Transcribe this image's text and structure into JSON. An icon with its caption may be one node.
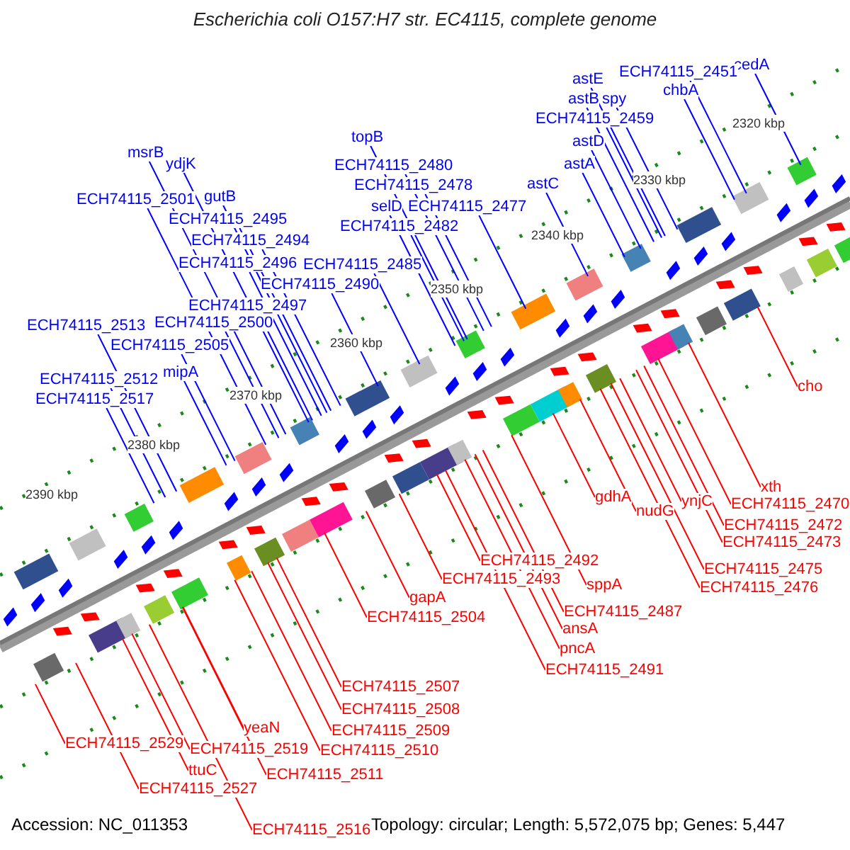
{
  "diagram": {
    "title": "Escherichia coli O157:H7 str. EC4115, complete genome",
    "nodes": [
      {
        "text": [
          "cedA"
        ]
      },
      {
        "text": [
          "ECH74115_2451"
        ]
      },
      {
        "text": [
          "chbA"
        ]
      },
      {
        "text": [
          "astE"
        ]
      },
      {
        "text": [
          "astB"
        ]
      },
      {
        "text": [
          "spy"
        ]
      },
      {
        "text": [
          "ECH74115_2459"
        ]
      },
      {
        "text": [
          "topB"
        ]
      },
      {
        "text": [
          "astD"
        ]
      },
      {
        "text": [
          "msrB"
        ]
      },
      {
        "text": [
          "ydjK"
        ]
      },
      {
        "text": [
          "astA"
        ]
      },
      {
        "text": [
          "ECH74115_2480"
        ]
      },
      {
        "text": [
          "astC"
        ]
      },
      {
        "text": [
          "ECH74115_2478"
        ]
      },
      {
        "text": [
          "gutB"
        ]
      },
      {
        "text": [
          "ECH74115_2501"
        ]
      },
      {
        "text": [
          "selD"
        ]
      },
      {
        "text": [
          "ECH74115_2477"
        ]
      },
      {
        "text": [
          "ECH74115_2495"
        ]
      },
      {
        "text": [
          "ECH74115_2482"
        ]
      },
      {
        "text": [
          "ECH74115_2494"
        ]
      },
      {
        "text": [
          "ECH74115_2496"
        ]
      },
      {
        "text": [
          "ECH74115_2485"
        ]
      },
      {
        "text": [
          "ECH74115_2490"
        ]
      },
      {
        "text": [
          "ECH74115_2497"
        ]
      },
      {
        "text": [
          "ECH74115_2500"
        ]
      },
      {
        "text": [
          "ECH74115_2513"
        ]
      },
      {
        "text": [
          "ECH74115_2505"
        ]
      },
      {
        "text": [
          "mipA"
        ]
      },
      {
        "text": [
          "ECH74115_2512"
        ]
      },
      {
        "text": [
          "ECH74115_2517"
        ]
      },
      {
        "text": [
          "cho"
        ]
      },
      {
        "text": [
          "xth"
        ]
      },
      {
        "text": [
          "gdhA"
        ]
      },
      {
        "text": [
          "ynjC"
        ]
      },
      {
        "text": [
          "ECH74115_2470"
        ]
      },
      {
        "text": [
          "nudG"
        ]
      },
      {
        "text": [
          "ECH74115_2472"
        ]
      },
      {
        "text": [
          "ECH74115_2473"
        ]
      },
      {
        "text": [
          "ECH74115_2492"
        ]
      },
      {
        "text": [
          "ECH74115_2475"
        ]
      },
      {
        "text": [
          "ECH74115_2493"
        ]
      },
      {
        "text": [
          "sppA"
        ]
      },
      {
        "text": [
          "ECH74115_2476"
        ]
      },
      {
        "text": [
          "gapA"
        ]
      },
      {
        "text": [
          "ECH74115_2487"
        ]
      },
      {
        "text": [
          "ECH74115_2504"
        ]
      },
      {
        "text": [
          "ansA"
        ]
      },
      {
        "text": [
          "pncA"
        ]
      },
      {
        "text": [
          "ECH74115_2491"
        ]
      },
      {
        "text": [
          "ECH74115_2507"
        ]
      },
      {
        "text": [
          "ECH74115_2508"
        ]
      },
      {
        "text": [
          "yeaN"
        ]
      },
      {
        "text": [
          "ECH74115_2509"
        ]
      },
      {
        "text": [
          "ECH74115_2529"
        ]
      },
      {
        "text": [
          "ECH74115_2519"
        ]
      },
      {
        "text": [
          "ECH74115_2510"
        ]
      },
      {
        "text": [
          "ttuC"
        ]
      },
      {
        "text": [
          "ECH74115_2511"
        ]
      },
      {
        "text": [
          "ECH74115_2527"
        ]
      },
      {
        "text": [
          "ECH74115_2516"
        ]
      }
    ],
    "edges": [
      {
        "from": 0,
        "to": null,
        "arrow": "none"
      },
      {
        "from": 1,
        "to": null,
        "arrow": "none"
      },
      {
        "from": 2,
        "to": null,
        "arrow": "none"
      },
      {
        "from": 3,
        "to": null,
        "arrow": "none"
      },
      {
        "from": 4,
        "to": null,
        "arrow": "none"
      },
      {
        "from": 5,
        "to": null,
        "arrow": "none"
      },
      {
        "from": 6,
        "to": null,
        "arrow": "none"
      },
      {
        "from": 7,
        "to": null,
        "arrow": "none"
      },
      {
        "from": 8,
        "to": null,
        "arrow": "none"
      },
      {
        "from": 9,
        "to": null,
        "arrow": "none"
      },
      {
        "from": 10,
        "to": null,
        "arrow": "none"
      },
      {
        "from": 11,
        "to": null,
        "arrow": "none"
      },
      {
        "from": 12,
        "to": null,
        "arrow": "none"
      },
      {
        "from": 13,
        "to": null,
        "arrow": "none"
      },
      {
        "from": 14,
        "to": null,
        "arrow": "none"
      },
      {
        "from": 15,
        "to": null,
        "arrow": "none"
      },
      {
        "from": 16,
        "to": null,
        "arrow": "none"
      },
      {
        "from": 17,
        "to": null,
        "arrow": "none"
      },
      {
        "from": 18,
        "to": null,
        "arrow": "none"
      },
      {
        "from": 19,
        "to": null,
        "arrow": "none"
      },
      {
        "from": 20,
        "to": null,
        "arrow": "none"
      },
      {
        "from": 21,
        "to": null,
        "arrow": "none"
      },
      {
        "from": 22,
        "to": null,
        "arrow": "none"
      },
      {
        "from": 23,
        "to": null,
        "arrow": "none"
      },
      {
        "from": 24,
        "to": null,
        "arrow": "none"
      },
      {
        "from": 25,
        "to": null,
        "arrow": "none"
      },
      {
        "from": 26,
        "to": null,
        "arrow": "none"
      },
      {
        "from": 27,
        "to": null,
        "arrow": "none"
      },
      {
        "from": 28,
        "to": null,
        "arrow": "none"
      },
      {
        "from": 29,
        "to": null,
        "arrow": "none"
      },
      {
        "from": 30,
        "to": null,
        "arrow": "none"
      },
      {
        "from": 31,
        "to": null,
        "arrow": "none"
      },
      {
        "from": 32,
        "to": null,
        "arrow": "none",
        "color": "#ff0000"
      },
      {
        "from": 33,
        "to": null,
        "arrow": "none",
        "color": "#ff0000"
      },
      {
        "from": 34,
        "to": null,
        "arrow": "none",
        "color": "#ff0000"
      },
      {
        "from": 35,
        "to": null,
        "arrow": "none",
        "color": "#ff0000"
      },
      {
        "from": 36,
        "to": null,
        "arrow": "none",
        "color": "#ff0000"
      },
      {
        "from": 37,
        "to": null,
        "arrow": "none",
        "color": "#ff0000"
      },
      {
        "from": 38,
        "to": null,
        "arrow": "none",
        "color": "#ff0000"
      },
      {
        "from": 39,
        "to": null,
        "arrow": "none",
        "color": "#ff0000"
      },
      {
        "from": 40,
        "to": null,
        "arrow": "none",
        "color": "#ff0000"
      },
      {
        "from": 41,
        "to": null,
        "arrow": "none",
        "color": "#ff0000"
      },
      {
        "from": 42,
        "to": null,
        "arrow": "none",
        "color": "#ff0000"
      },
      {
        "from": 43,
        "to": null,
        "arrow": "none",
        "color": "#ff0000"
      },
      {
        "from": 44,
        "to": null,
        "arrow": "none",
        "color": "#ff0000"
      },
      {
        "from": 45,
        "to": null,
        "arrow": "none",
        "color": "#ff0000"
      },
      {
        "from": 46,
        "to": null,
        "arrow": "none",
        "color": "#ff0000"
      },
      {
        "from": 47,
        "to": null,
        "arrow": "none",
        "color": "#ff0000"
      },
      {
        "from": 48,
        "to": null,
        "arrow": "none",
        "color": "#ff0000"
      },
      {
        "from": 49,
        "to": null,
        "arrow": "none",
        "color": "#ff0000"
      },
      {
        "from": 50,
        "to": null,
        "arrow": "none",
        "color": "#ff0000"
      },
      {
        "from": 51,
        "to": null,
        "arrow": "none",
        "color": "#ff0000"
      },
      {
        "from": 52,
        "to": null,
        "arrow": "none",
        "color": "#ff0000"
      },
      {
        "from": 53,
        "to": null,
        "arrow": "none",
        "color": "#ff0000"
      },
      {
        "from": 54,
        "to": null,
        "arrow": "none",
        "color": "#ff0000"
      },
      {
        "from": 55,
        "to": null,
        "arrow": "none",
        "color": "#ff0000"
      },
      {
        "from": 56,
        "to": null,
        "arrow": "none",
        "color": "#ff0000"
      },
      {
        "from": 57,
        "to": null,
        "arrow": "none",
        "color": "#ff0000"
      },
      {
        "from": 58,
        "to": null,
        "arrow": "none",
        "color": "#ff0000"
      },
      {
        "from": 59,
        "to": null,
        "arrow": "none",
        "color": "#ff0000"
      },
      {
        "from": 60,
        "to": null,
        "arrow": "none",
        "color": "#ff0000"
      },
      {
        "from": 61,
        "to": null,
        "arrow": "none",
        "color": "#ff0000"
      }
    ],
    "labels": [
      "2320 kbp",
      "2330 kbp",
      "2340 kbp",
      "2350 kbp",
      "2360 kbp",
      "2370 kbp",
      "2380 kbp",
      "2390 kbp",
      "Accession: NC_011353",
      "Topology: circular; Length: 5,572,075 bp; Genes: 5,447"
    ]
  }
}
